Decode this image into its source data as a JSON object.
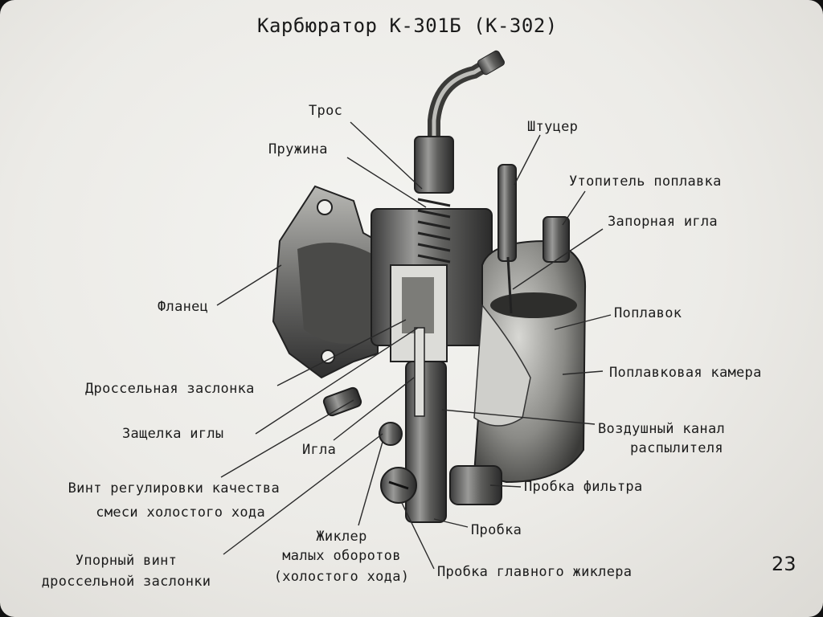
{
  "title": "Карбюратор К-301Б (К-302)",
  "page_number": "23",
  "labels": {
    "tros": "Трос",
    "pruzhina": "Пружина",
    "shtutser": "Штуцер",
    "utopitel": "Утопитель поплавка",
    "zapornaya_igla": "Запорная игла",
    "flanets": "Фланец",
    "poplavok": "Поплавок",
    "drosselnaya_zaslonka": "Дроссельная заслонка",
    "poplavkovaya_kamera": "Поплавковая камера",
    "vozdushny_kanal_1": "Воздушный канал",
    "vozdushny_kanal_2": "распылителя",
    "zashchelka_igly": "Защелка иглы",
    "igla": "Игла",
    "vint_1": "Винт регулировки качества",
    "vint_2": "смеси холостого хода",
    "probka_filtra": "Пробка фильтра",
    "probka": "Пробка",
    "zhikler_1": "Жиклер",
    "zhikler_2": "малых оборотов",
    "zhikler_3": "(холостого хода)",
    "upornyi_1": "Упорный винт",
    "upornyi_2": "дроссельной заслонки",
    "probka_glavnogo": "Пробка главного жиклера"
  }
}
